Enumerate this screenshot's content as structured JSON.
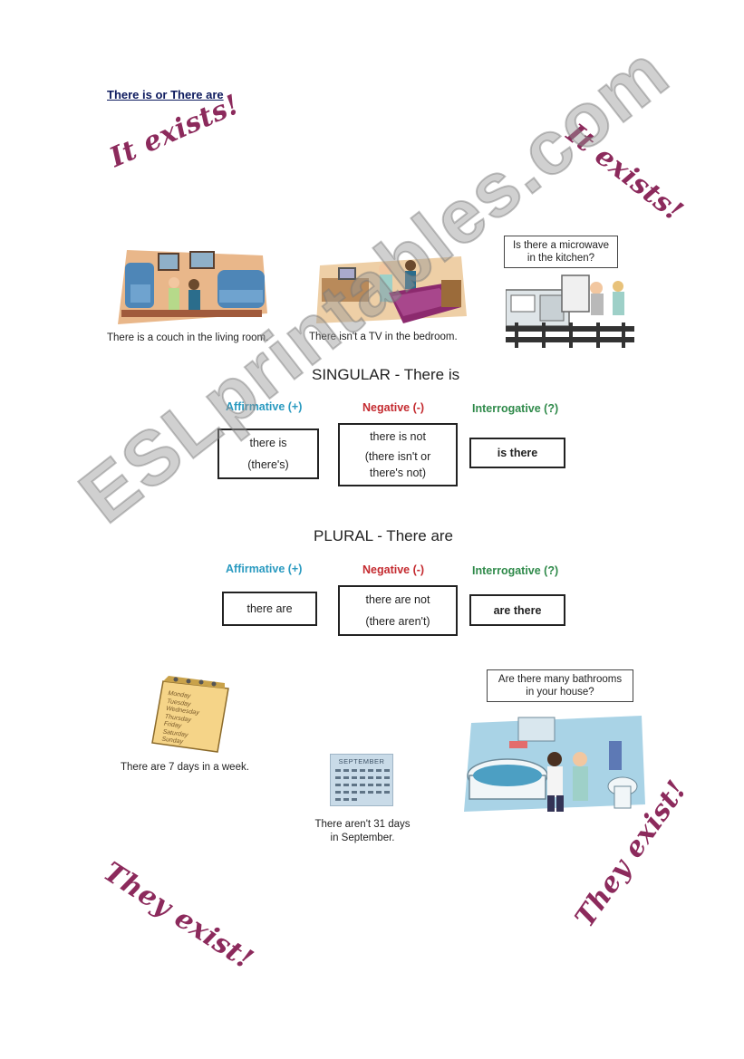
{
  "title": "There is or There are",
  "stamps": {
    "top_left": "It exists!",
    "top_right": "It exists!",
    "bottom_left": "They exist!",
    "bottom_right": "They exist!"
  },
  "top_examples": {
    "living_room_caption": "There is a couch in the living room.",
    "bedroom_caption": "There isn't a TV in the bedroom.",
    "kitchen_bubble_line1": "Is there a microwave",
    "kitchen_bubble_line2": "in the kitchen?"
  },
  "singular": {
    "heading": "SINGULAR - There is",
    "affirmative_label": "Affirmative (+)",
    "negative_label": "Negative (-)",
    "interrogative_label": "Interrogative (?)",
    "affirmative_line1": "there is",
    "affirmative_line2": "(there's)",
    "negative_line1": "there is not",
    "negative_line2": "(there isn't or",
    "negative_line3": "there's not)",
    "interrogative": "is there"
  },
  "plural": {
    "heading": "PLURAL - There are",
    "affirmative_label": "Affirmative (+)",
    "negative_label": "Negative (-)",
    "interrogative_label": "Interrogative (?)",
    "affirmative": "there are",
    "negative_line1": "there are not",
    "negative_line2": "(there aren't)",
    "interrogative": "are there"
  },
  "bottom_examples": {
    "week_caption": "There are 7 days in a week.",
    "calendar_days": [
      "Monday",
      "Tuesday",
      "Wednesday",
      "Thursday",
      "Friday",
      "Saturday",
      "Sunday"
    ],
    "september_month": "SEPTEMBER",
    "september_caption_line1": "There aren't 31 days",
    "september_caption_line2": "in September.",
    "bathroom_bubble_line1": "Are there many bathrooms",
    "bathroom_bubble_line2": "in your house?"
  },
  "watermark": "ESLprintables.com",
  "colors": {
    "affirmative": "#2a9ac0",
    "negative": "#c42a2f",
    "interrogative": "#2f8a4a",
    "stamp": "#8c2a5c",
    "title": "#0d1a5e"
  }
}
